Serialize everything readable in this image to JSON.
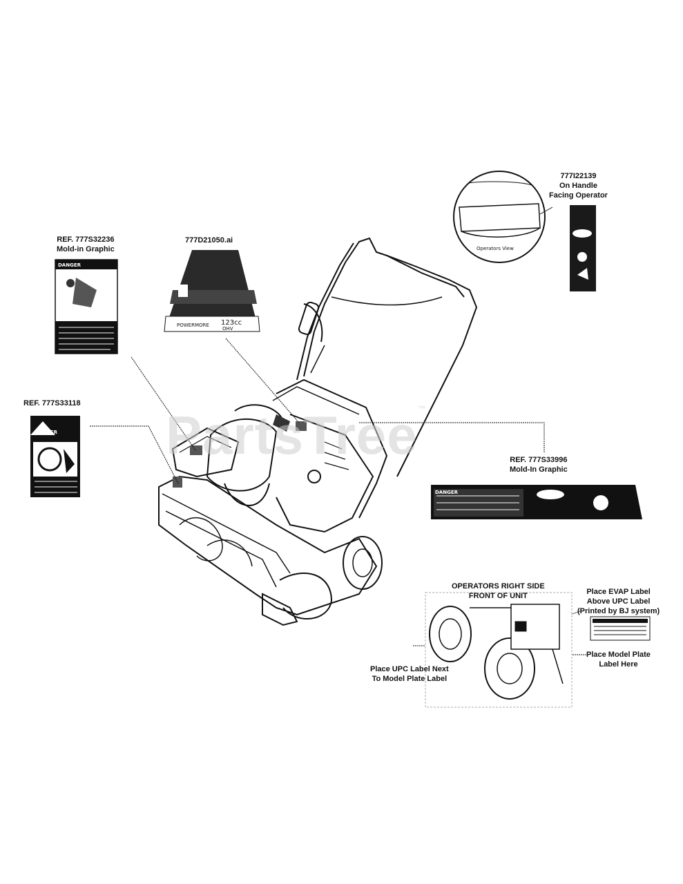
{
  "watermark": {
    "text": "PartsTree",
    "tm": "™"
  },
  "labels": {
    "handle": {
      "part": "777I22139",
      "line2": "On Handle",
      "line3": "Facing Operator",
      "inset": "Operators View"
    },
    "chute": {
      "ref": "REF. 777S32236",
      "note": "Mold-in Graphic",
      "danger": "DANGER"
    },
    "shroud": {
      "ref": "777D21050.ai",
      "engine": "123cc",
      "brand": "POWERMORE",
      "sub": "OHV"
    },
    "side": {
      "ref": "REF.  777S33118",
      "danger": "DANGER"
    },
    "dash": {
      "ref": "REF. 777S33996",
      "note": "Mold-In Graphic",
      "danger": "DANGER"
    },
    "operators_side": {
      "line1": "OPERATORS RIGHT SIDE",
      "line2": "FRONT OF UNIT"
    },
    "evap": {
      "line1": "Place EVAP Label",
      "line2": "Above UPC Label",
      "line3": "(Printed by BJ system)"
    },
    "upc": {
      "line1": "Place UPC Label Next",
      "line2": "To Model Plate Label"
    },
    "model_plate": {
      "line1": "Place Model Plate",
      "line2": "Label Here"
    }
  }
}
